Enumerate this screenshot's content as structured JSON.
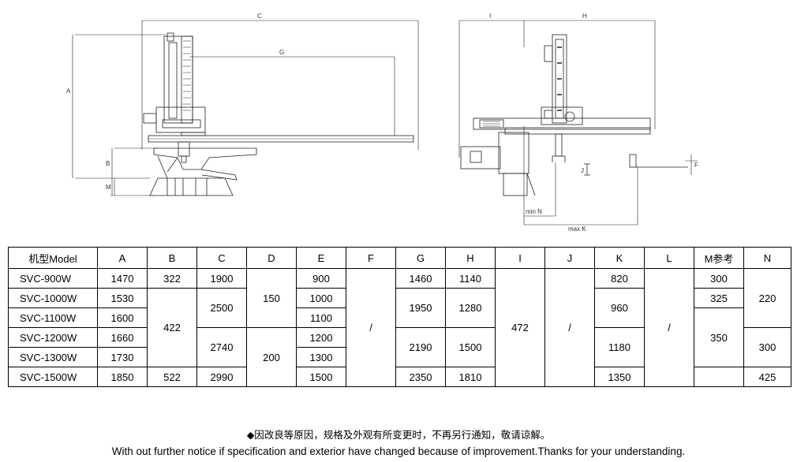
{
  "drawing": {
    "front_view_labels": {
      "c": "C",
      "g": "G",
      "a": "A",
      "b": "B",
      "m": "M"
    },
    "side_view_labels": {
      "i": "I",
      "h": "H",
      "min_n": "min N",
      "max_k": "max K",
      "f": "F",
      "j": "J"
    }
  },
  "table": {
    "headers": [
      "机型Model",
      "A",
      "B",
      "C",
      "D",
      "E",
      "F",
      "G",
      "H",
      "I",
      "J",
      "K",
      "L",
      "M参考",
      "N"
    ],
    "models": [
      "SVC-900W",
      "SVC-1000W",
      "SVC-1100W",
      "SVC-1200W",
      "SVC-1300W",
      "SVC-1500W"
    ],
    "a": [
      "1470",
      "1530",
      "1600",
      "1660",
      "1730",
      "1850"
    ],
    "b": [
      "322",
      "422",
      "522"
    ],
    "c": [
      "1900",
      "2500",
      "2740",
      "2990"
    ],
    "d": [
      "150",
      "200"
    ],
    "e": [
      "900",
      "1000",
      "1100",
      "1200",
      "1300",
      "1500"
    ],
    "f": "/",
    "g": [
      "1460",
      "1950",
      "2190",
      "2350"
    ],
    "h": [
      "1140",
      "1280",
      "1500",
      "1810"
    ],
    "i": "472",
    "j": "/",
    "k": [
      "820",
      "960",
      "1180",
      "1350"
    ],
    "l": "/",
    "m": [
      "300",
      "325",
      "350"
    ],
    "n": [
      "220",
      "300",
      "425"
    ]
  },
  "notice": {
    "cn": "◆因改良等原因，规格及外观有所变更时，不再另行通知，敬请谅解。",
    "en": "With out further notice if specification and exterior have changed because of improvement.Thanks for your understanding."
  }
}
